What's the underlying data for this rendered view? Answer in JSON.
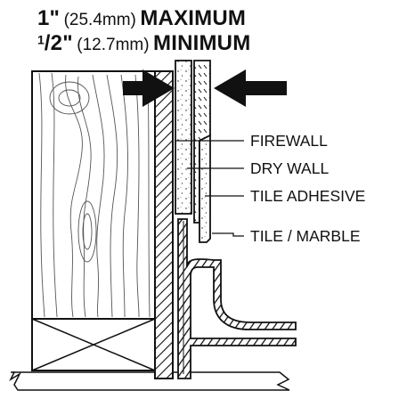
{
  "header": {
    "max_value": "1\"",
    "max_metric": "(25.4mm)",
    "max_label": "MAXIMUM",
    "min_numerator": "1",
    "min_slash": "/",
    "min_denominator": "2\"",
    "min_metric": "(12.7mm)",
    "min_label": "MINIMUM"
  },
  "layers": [
    {
      "label": "FIREWALL"
    },
    {
      "label": "DRY WALL"
    },
    {
      "label": "TILE ADHESIVE"
    },
    {
      "label": "TILE / MARBLE"
    }
  ],
  "colors": {
    "ink": "#111111",
    "wood_grain": "#555555",
    "background": "#ffffff"
  }
}
